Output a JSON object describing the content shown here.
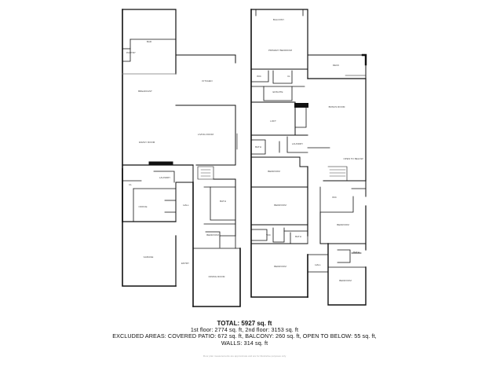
{
  "summary": {
    "total": "TOTAL: 5927 sq. ft",
    "floors": "1st floor: 2774 sq. ft, 2nd floor: 3153 sq. ft",
    "excluded": "EXCLUDED AREAS: COVERED PATIO: 672 sq. ft, BALCONY: 260 sq. ft, OPEN TO BELOW: 55 sq. ft,",
    "walls": "WALLS: 314 sq. ft"
  },
  "floor1": {
    "rooms": [
      {
        "id": "bar",
        "name": "BAR",
        "dims": ""
      },
      {
        "id": "breakfast",
        "name": "BREAKFAST",
        "dims": ""
      },
      {
        "id": "kitchen",
        "name": "KITCHEN",
        "dims": ""
      },
      {
        "id": "family",
        "name": "FAMILY ROOM",
        "dims": ""
      },
      {
        "id": "living",
        "name": "LIVING ROOM",
        "dims": ""
      },
      {
        "id": "laundry",
        "name": "LAUNDRY",
        "dims": ""
      },
      {
        "id": "pantry",
        "name": "PANTRY",
        "dims": ""
      },
      {
        "id": "hall",
        "name": "HALL",
        "dims": ""
      },
      {
        "id": "bath",
        "name": "BATH",
        "dims": ""
      },
      {
        "id": "closet1",
        "name": "CL",
        "dims": ""
      },
      {
        "id": "bedroom1",
        "name": "BEDROOM",
        "dims": ""
      },
      {
        "id": "office",
        "name": "OFFICE",
        "dims": ""
      },
      {
        "id": "dining",
        "name": "DINING ROOM",
        "dims": ""
      },
      {
        "id": "garage",
        "name": "GARAGE",
        "dims": ""
      },
      {
        "id": "entry",
        "name": "ENTRY",
        "dims": ""
      }
    ]
  },
  "floor2": {
    "rooms": [
      {
        "id": "balcony",
        "name": "BALCONY",
        "dims": ""
      },
      {
        "id": "primary",
        "name": "PRIMARY BEDROOM",
        "dims": ""
      },
      {
        "id": "wic",
        "name": "WIC",
        "dims": ""
      },
      {
        "id": "ensuite",
        "name": "ENSUITE",
        "dims": ""
      },
      {
        "id": "bonus",
        "name": "BONUS ROOM",
        "dims": ""
      },
      {
        "id": "loft",
        "name": "LOFT",
        "dims": ""
      },
      {
        "id": "bath2",
        "name": "BATH",
        "dims": ""
      },
      {
        "id": "bedroom2",
        "name": "BEDROOM",
        "dims": ""
      },
      {
        "id": "bedroom3",
        "name": "BEDROOM",
        "dims": ""
      },
      {
        "id": "bedroom4",
        "name": "BEDROOM",
        "dims": ""
      },
      {
        "id": "bedroom5",
        "name": "BEDROOM",
        "dims": ""
      },
      {
        "id": "laundry2",
        "name": "LAUNDRY",
        "dims": ""
      },
      {
        "id": "wic2",
        "name": "WIC",
        "dims": ""
      },
      {
        "id": "hall2",
        "name": "HALL",
        "dims": ""
      },
      {
        "id": "bath3",
        "name": "BATH",
        "dims": ""
      },
      {
        "id": "otb",
        "name": "OPEN TO BELOW",
        "dims": ""
      },
      {
        "id": "deck",
        "name": "DECK",
        "dims": ""
      },
      {
        "id": "closet2",
        "name": "CL",
        "dims": ""
      }
    ]
  },
  "footer": "Floor plan measurements are approximate and are for illustrative purposes only"
}
